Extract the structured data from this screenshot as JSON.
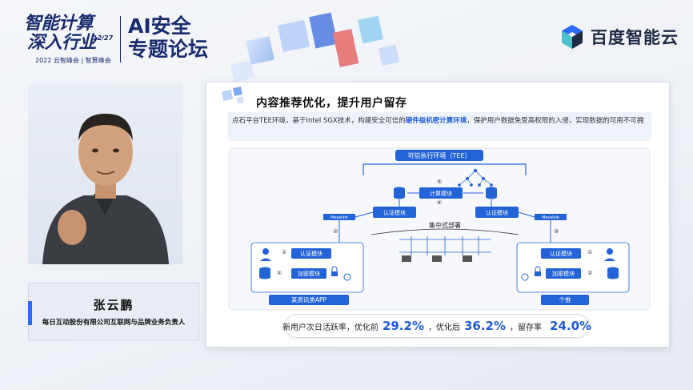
{
  "event": {
    "title_line1": "智能计算",
    "title_line2": "深入行业",
    "date": "12/27",
    "subtitle": "2022 云智峰会 | 智算峰会",
    "topic_line1": "AI安全",
    "topic_line2": "专题论坛"
  },
  "brand": {
    "name": "百度智能云"
  },
  "speaker": {
    "name": "张云鹏",
    "role": "每日互动股份有限公司互联网与品牌业务负责人"
  },
  "slide": {
    "title": "内容推荐优化，提升用户留存",
    "description_pre": "点石平台TEE环境，基于Intel SGX技术，构建安全可信的",
    "description_highlight": "硬件级机密计算环境",
    "description_post": "，保护用户数据免受高权限的入侵，实现数据的可用不可拥",
    "diagram": {
      "tee_label": "可信执行环境（TEE）",
      "center_auth_left": "认证模块",
      "center_auth_right": "认证模块",
      "compute_module": "计算模块",
      "centralized": "集中式部署",
      "step5": "⑤",
      "step4": "④",
      "step1_left": "①",
      "step2_left": "②",
      "step1_right": "①",
      "step2_right": "②",
      "step3_left": "③",
      "step3_right": "③",
      "mesalink_left": "Mesalink",
      "mesalink_right": "Mesalink",
      "left_auth": "认证模块",
      "left_encrypt": "加密模块",
      "right_auth": "认证模块",
      "right_encrypt": "加密模块",
      "left_app": "某资讯类APP",
      "right_app": "个推"
    },
    "result": {
      "label1": "新用户次日活跃率，优化前",
      "before": "29.2%",
      "label2": "，优化后",
      "after": "36.2%",
      "label3": "，留存率",
      "retention": "24.0%"
    }
  },
  "colors": {
    "accent": "#2d6bff",
    "navy": "#1a2c6e",
    "module": "#2363d8"
  }
}
